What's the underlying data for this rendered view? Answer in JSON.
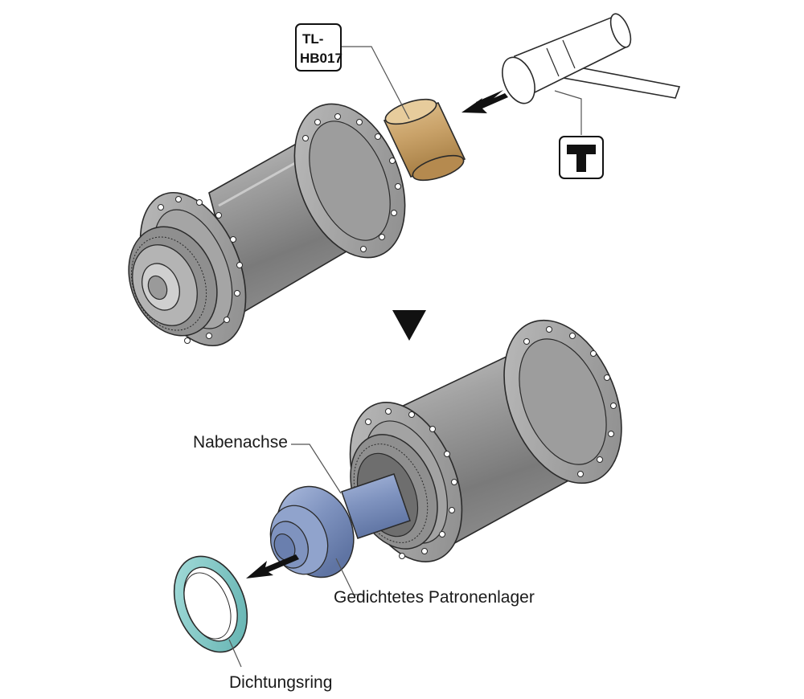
{
  "tool_badge": {
    "line1": "TL-",
    "line2": "HB017"
  },
  "labels": {
    "axle": "Nabenachse",
    "bearing": "Gedichtetes Patronenlager",
    "seal": "Dichtungsring"
  },
  "icons": {
    "hammer": "hammer-icon",
    "step": "down-triangle-icon"
  },
  "colors": {
    "tool": "#c9a269",
    "hub_body": "#9a9a9a",
    "axle": "#7f93bf",
    "seal": "#7fc6c4",
    "outline": "#2a2a2a"
  }
}
